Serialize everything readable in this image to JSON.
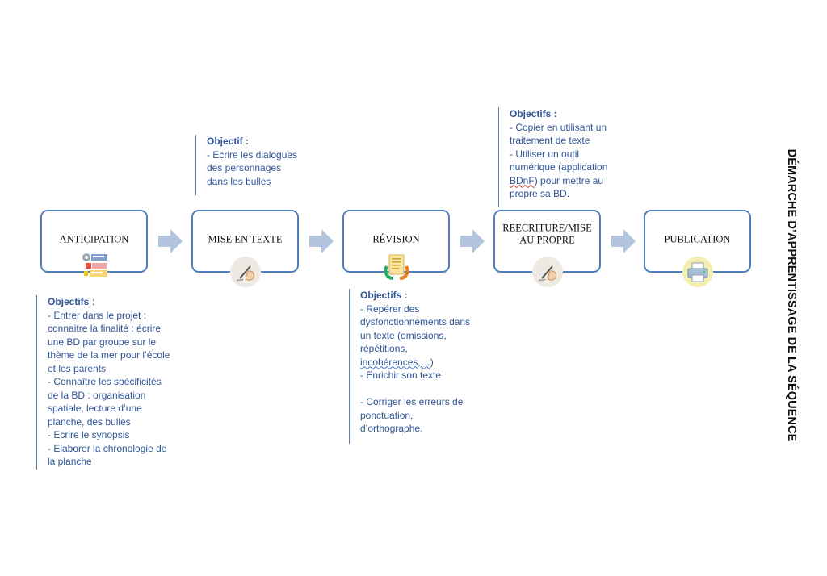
{
  "side_title": "DÉMARCHE D’APPRENTISSAGE DE LA SÉQUENCE",
  "steps": [
    {
      "label": "ANTICIPATION",
      "icon": "gear-list-icon"
    },
    {
      "label": "MISE EN TEXTE",
      "icon": "hand-writing-icon"
    },
    {
      "label": "RÉVISION",
      "icon": "document-cycle-icon"
    },
    {
      "label": "REECRITURE/MISE AU PROPRE",
      "icon": "hand-writing-icon"
    },
    {
      "label": "PUBLICATION",
      "icon": "printer-icon"
    }
  ],
  "notes": {
    "anticipation": {
      "heading": "Objectifs",
      "heading_suffix": " :",
      "lines": [
        "- Entrer dans le projet :",
        "connaitre la finalité : écrire",
        "une BD par groupe sur le",
        "thème de la mer pour l’école",
        "et les parents",
        "- Connaître les spécificités",
        "de la BD : organisation",
        "spatiale, lecture d’une",
        "planche, des bulles",
        "- Ecrire le synopsis",
        "- Elaborer la chronologie de",
        "la planche"
      ]
    },
    "mise_en_texte": {
      "heading": "Objectif :",
      "lines": [
        "- Ecrire les dialogues",
        "des personnages",
        "dans les bulles"
      ]
    },
    "revision": {
      "heading": "Objectifs :",
      "lines": [
        "- Repérer des",
        "dysfonctionnements dans",
        "un texte (omissions,",
        "répétitions,"
      ],
      "line_wavy": "incohérences,…",
      "line_wavy_suffix": ")",
      "lines_after": [
        "- Enrichir son texte"
      ],
      "lines_after_gap": [
        "- Corriger les erreurs de",
        "ponctuation,",
        "d’orthographe."
      ]
    },
    "reecriture": {
      "heading": "Objectifs :",
      "lines": [
        "- Copier en utilisant un",
        "traitement de texte",
        "- Utiliser un outil",
        "numérique (application"
      ],
      "line_wavy": "BDnF",
      "line_wavy_suffix": ") pour mettre au",
      "lines_after": [
        "propre sa BD."
      ]
    }
  },
  "colors": {
    "box_border": "#4f7fb8",
    "arrow": "#b3c4df",
    "note_text": "#2f5597"
  }
}
